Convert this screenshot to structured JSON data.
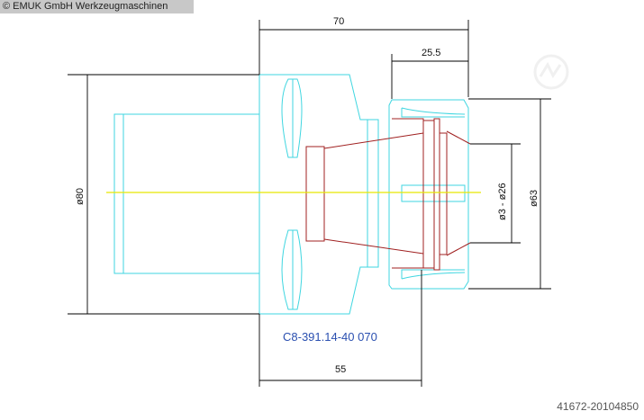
{
  "copyright": "© EMUK GmbH Werkzeugmaschinen",
  "reference": "41672-20104850",
  "drawing": {
    "part_number": "C8-391.14-40 070",
    "dimensions": {
      "overall_length": "70",
      "nut_length": "25.5",
      "flange_length": "55",
      "flange_diameter": "ø80",
      "nut_diameter": "ø63",
      "clamping_range": "ø3 - ø26"
    },
    "colors": {
      "outline": "#3fd6e0",
      "collet": "#a02020",
      "centerline": "#e8e800",
      "label": "#2a4fb0"
    }
  }
}
